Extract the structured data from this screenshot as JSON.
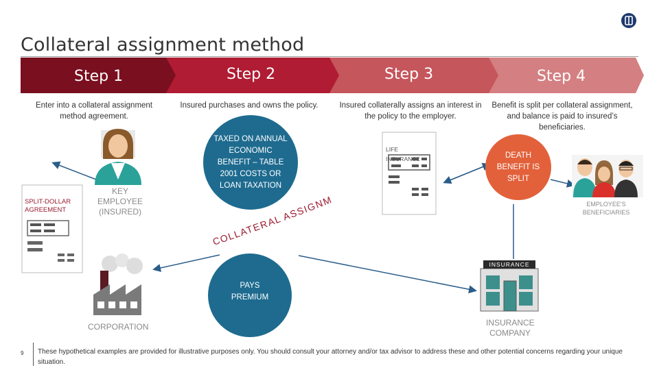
{
  "header": {
    "title": "Collateral assignment method",
    "logo_icon": "shield-logo-icon"
  },
  "steps": [
    {
      "label": "Step 1",
      "color": "#7a0f1f",
      "description": "Enter into a collateral assignment method agreement."
    },
    {
      "label": "Step 2",
      "color": "#b01c33",
      "description": "Insured purchases and owns the policy."
    },
    {
      "label": "Step 3",
      "color": "#c5565c",
      "description": "Insured collaterally assigns an interest in the policy to the employer."
    },
    {
      "label": "Step 4",
      "color": "#d47f81",
      "description": "Benefit is split per collateral assignment, and balance is paid to insured’s beneficiaries."
    }
  ],
  "diagram": {
    "taxed_circle": "TAXED ON ANNUAL ECONOMIC BENEFIT – TABLE 2001 COSTS OR LOAN TAXATION",
    "taxed_circle_color": "#1e6b8f",
    "pays_circle": "PAYS PREMIUM",
    "pays_circle_color": "#1e6b8f",
    "death_circle": "DEATH BENEFIT IS SPLIT",
    "death_circle_color": "#e2613a",
    "arc_text": "COLLATERAL ASSIGNMENT",
    "agreement_label": "SPLIT-DOLLAR AGREEMENT",
    "policy_label": "LIFE INSURANCE",
    "insurance_sign": "INSURANCE",
    "key_employee_label": "KEY EMPLOYEE (INSURED)",
    "corporation_label": "CORPORATION",
    "insurance_company_label": "INSURANCE COMPANY",
    "beneficiaries_label": "EMPLOYEE'S BENEFICIARIES"
  },
  "footer": {
    "page_number": "9",
    "disclaimer": "These hypothetical examples are provided for illustrative purposes only. You should consult your attorney and/or tax advisor to address these and other potential concerns regarding your unique situation."
  }
}
